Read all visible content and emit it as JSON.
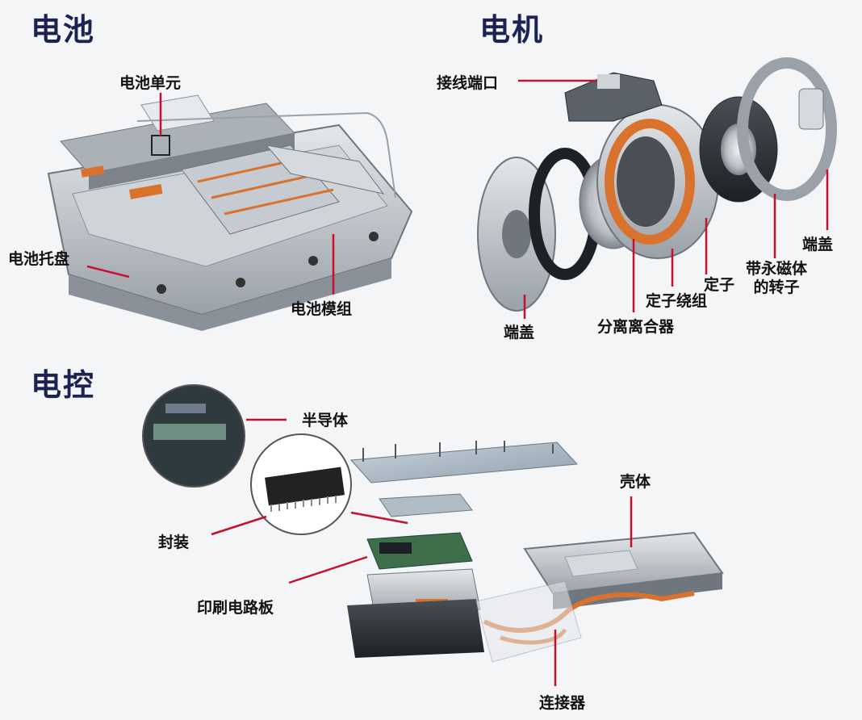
{
  "sections": {
    "battery": {
      "title": "电池",
      "labels": {
        "cell": "电池单元",
        "tray": "电池托盘",
        "module": "电池模组"
      }
    },
    "motor": {
      "title": "电机",
      "labels": {
        "port": "接线端口",
        "end_cap_right": "端盖",
        "stator": "定子",
        "rotor_line1": "带永磁体",
        "rotor_line2": "的转子",
        "stator_winding": "定子绕组",
        "clutch": "分离离合器",
        "end_cap_left": "端盖"
      }
    },
    "controller": {
      "title": "电控",
      "labels": {
        "semiconductor": "半导体",
        "packaging": "封装",
        "pcb": "印刷电路板",
        "housing": "壳体",
        "connector": "连接器"
      }
    }
  },
  "colors": {
    "leader_line": "#c8102e",
    "title": "#1b2352",
    "copper": "#d9722c",
    "metal": "#b9bec4"
  }
}
